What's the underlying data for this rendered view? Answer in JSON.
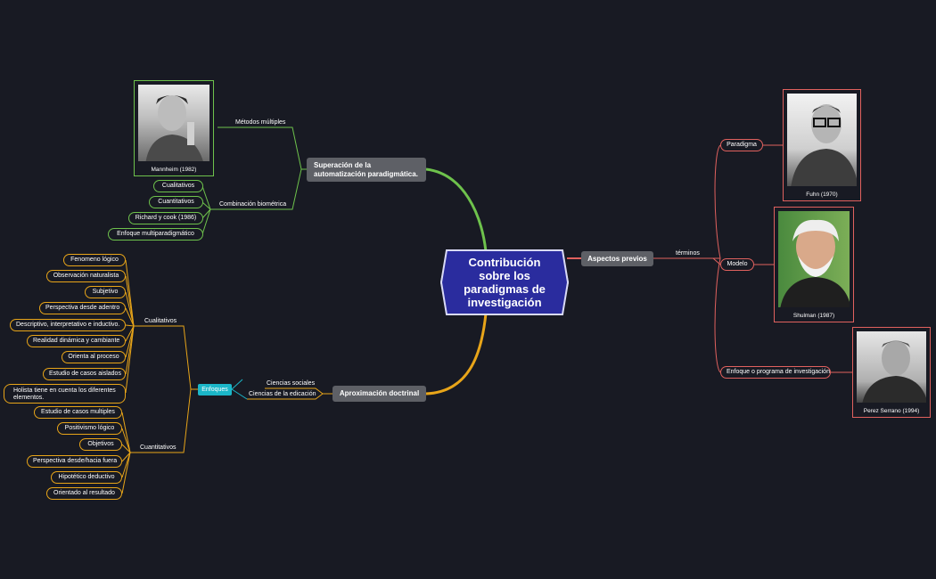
{
  "central": "Contribución sobre los paradigmas de investigación",
  "aspectos": {
    "title": "Aspectos previos",
    "link_label": "términos",
    "items": [
      {
        "label": "Paradigma",
        "caption": "Fuhn (1970)"
      },
      {
        "label": "Modelo",
        "caption": "Shulman (1987)"
      },
      {
        "label": "Enfoque o programa de investigación",
        "caption": "Perez Serrano (1994)"
      }
    ]
  },
  "superacion": {
    "title": "Superación de la automatización paradigmática.",
    "metodos": {
      "label": "Métodos múltiples",
      "caption": "Mannheim (1982)"
    },
    "combinacion": {
      "label": "Combinación biométrica",
      "items": [
        "Cualitativos",
        "Cuantitativos",
        "Richard y cook (1986)",
        "Enfoque multiparadigmático"
      ]
    }
  },
  "aproximacion": {
    "title": "Aproximación doctrinal",
    "sub": [
      "Ciencias sociales",
      "Ciencias de la edicación"
    ],
    "enfoques": "Enfoques",
    "cualitativos": {
      "label": "Cualitativos",
      "items": [
        "Fenomeno lógico",
        "Observación naturalista",
        "Subjetivo",
        "Perspectiva desde adentro",
        "Descriptivo, interpretativo e inductivo.",
        "Realidad dinámica y cambiante",
        "Orienta al proceso",
        "Estudio de casos aislados",
        "Holista tiene en cuenta los diferentes elementos."
      ]
    },
    "cuantitativos": {
      "label": "Cuantitativos",
      "items": [
        "Estudio de casos multiples",
        "Positivismo lógico",
        "Objetivos",
        "Perspectiva desde/hacia fuera",
        "Hipotético deductivo",
        "Orientado al resultado"
      ]
    }
  },
  "colors": {
    "green": "#6ec24c",
    "yellow": "#e8a519",
    "red": "#e0615e",
    "teal": "#1bb6c8",
    "main": "#2a2c9e"
  }
}
